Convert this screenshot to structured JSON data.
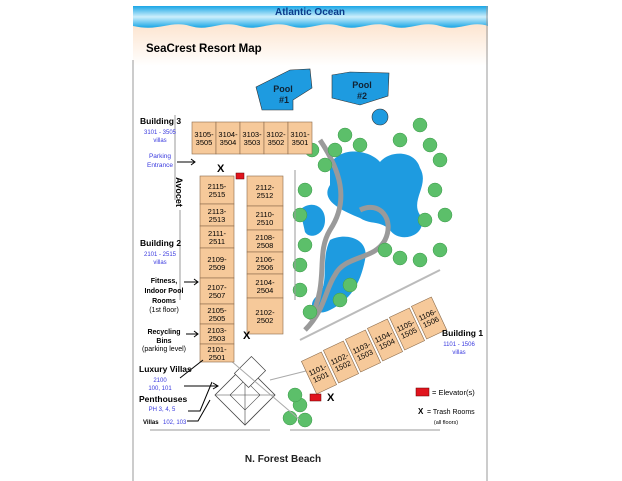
{
  "map": {
    "ocean_label": "Atlantic Ocean",
    "title": "SeaCrest Resort Map",
    "street_bottom": "N. Forest Beach",
    "street_left": "Avocet",
    "pools": [
      {
        "line1": "Pool",
        "line2": "#1"
      },
      {
        "line1": "Pool",
        "line2": "#2"
      }
    ],
    "building3": {
      "name": "Building 3",
      "range": "3101 - 3505",
      "type": "villas",
      "units": [
        [
          "3105-",
          "3505"
        ],
        [
          "3104-",
          "3504"
        ],
        [
          "3103-",
          "3503"
        ],
        [
          "3102-",
          "3502"
        ],
        [
          "3101-",
          "3501"
        ]
      ]
    },
    "building2": {
      "name": "Building 2",
      "range": "2101 - 2515",
      "type": "villas",
      "units_left": [
        [
          "2115-",
          "2515"
        ],
        [
          "2113-",
          "2513"
        ],
        [
          "2111-",
          "2511"
        ],
        [
          "2109-",
          "2509"
        ],
        [
          "2107-",
          "2507"
        ],
        [
          "2105-",
          "2505"
        ],
        [
          "2103-",
          "2503"
        ],
        [
          "2101-",
          "2501"
        ]
      ],
      "units_right": [
        [
          "2112-",
          "2512"
        ],
        [
          "2110-",
          "2510"
        ],
        [
          "2108-",
          "2508"
        ],
        [
          "2106-",
          "2506"
        ],
        [
          "2104-",
          "2504"
        ],
        [
          "2102-",
          "2502"
        ]
      ]
    },
    "building1": {
      "name": "Building 1",
      "range": "1101 - 1506",
      "type": "villas",
      "units": [
        [
          "1101-",
          "1501"
        ],
        [
          "1102-",
          "1502"
        ],
        [
          "1103-",
          "1503"
        ],
        [
          "1104-",
          "1504"
        ],
        [
          "1105-",
          "1505"
        ],
        [
          "1106-",
          "1506"
        ]
      ]
    },
    "annotations": {
      "parking": [
        "Parking",
        "Entrance"
      ],
      "fitness": [
        "Fitness,",
        "Indoor Pool",
        "Rooms",
        "(1st floor)"
      ],
      "recycling": [
        "Recycling",
        "Bins",
        "(parking level)"
      ],
      "luxury_villas": "Luxury Villas",
      "luxury_units_1": "2100",
      "luxury_units_2": "100, 101",
      "penthouses": "Penthouses",
      "penthouse_units": "PH 3, 4, 5",
      "villas_prefix": "Villas",
      "villas_units": "102, 103"
    },
    "legend": {
      "elevator": "= Elevator(s)",
      "trash_symbol": "X",
      "trash": "= Trash Rooms",
      "trash_note": "(all floors)"
    },
    "colors": {
      "water": "#1e9be0",
      "building": "#f6c99a",
      "tree": "#5cbf6a",
      "elevator": "#e0141e",
      "label_blue": "#3a3adf",
      "sand": "#fbe3cc"
    }
  }
}
